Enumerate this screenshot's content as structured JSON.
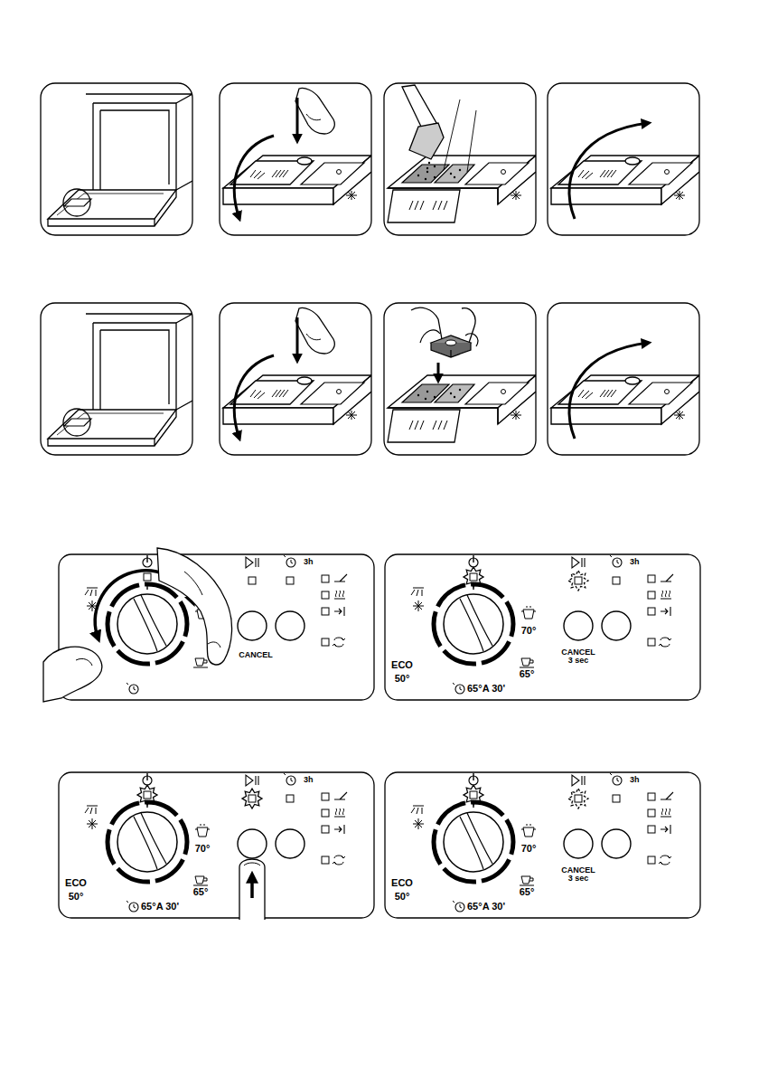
{
  "diagram": {
    "labels": [
      "3h",
      "CANCEL",
      "3h",
      "70°",
      "CANCEL 3 sec",
      "ECO",
      "50°",
      "65°",
      "65°A 30'",
      "3h",
      "70°",
      "ECO",
      "50°",
      "65°",
      "65°A 30'",
      "3h",
      "70°",
      "CANCEL 3 sec",
      "ECO",
      "50°",
      "65°",
      "65°A 30'"
    ]
  }
}
